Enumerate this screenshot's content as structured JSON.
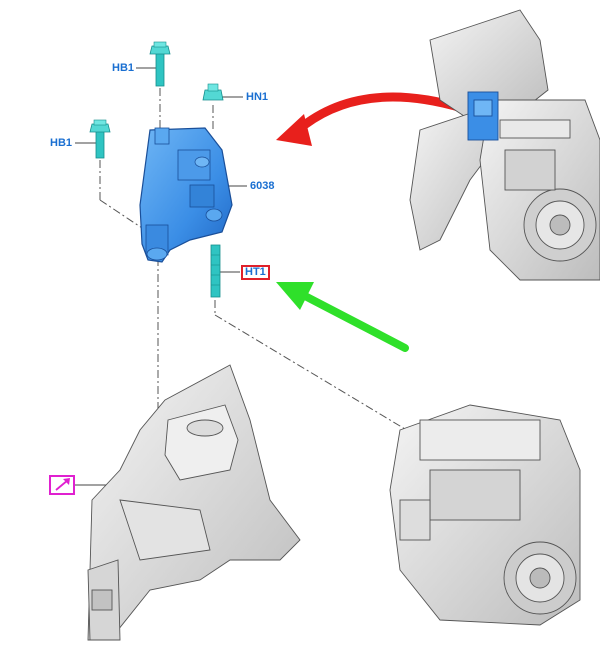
{
  "callouts": {
    "hb1_top": "HB1",
    "hn1": "HN1",
    "hb1_left": "HB1",
    "part_6038": "6038",
    "ht1": "HT1"
  },
  "colors": {
    "part_blue": "#3b8ee6",
    "fastener_teal": "#2fc4c2",
    "label_blue": "#1a6fd1",
    "highlight_red": "#e0202a",
    "arrow_red": "#e8201c",
    "arrow_green": "#2fe02a",
    "symbol_magenta": "#e020d0",
    "assembly_gray": "#d9d9d9"
  },
  "icons": {
    "body_reference": "arrow-in-box-icon"
  }
}
